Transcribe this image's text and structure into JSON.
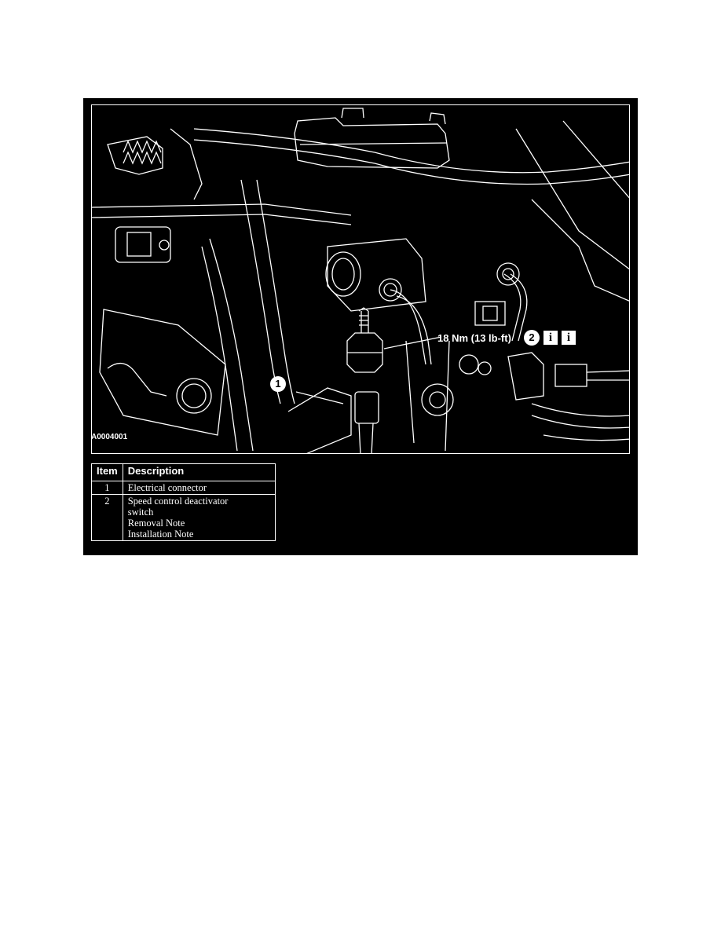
{
  "figure": {
    "id_label": "A0004001",
    "torque_label": "18 Nm (13 lb-ft)",
    "callout_1": "1",
    "callout_2": "2",
    "info_icon_glyph": "i",
    "icon_semantics": [
      "info-icon",
      "info-icon"
    ]
  },
  "legend": {
    "headers": [
      "Item",
      "Description"
    ],
    "rows": [
      {
        "item": "1",
        "lines": [
          "Electrical connector"
        ]
      },
      {
        "item": "2",
        "lines": [
          "Speed control deactivator",
          "switch",
          "Removal Note",
          "Installation Note"
        ]
      }
    ]
  },
  "colors": {
    "background": "#000000",
    "ink": "#ffffff",
    "page": "#ffffff"
  }
}
